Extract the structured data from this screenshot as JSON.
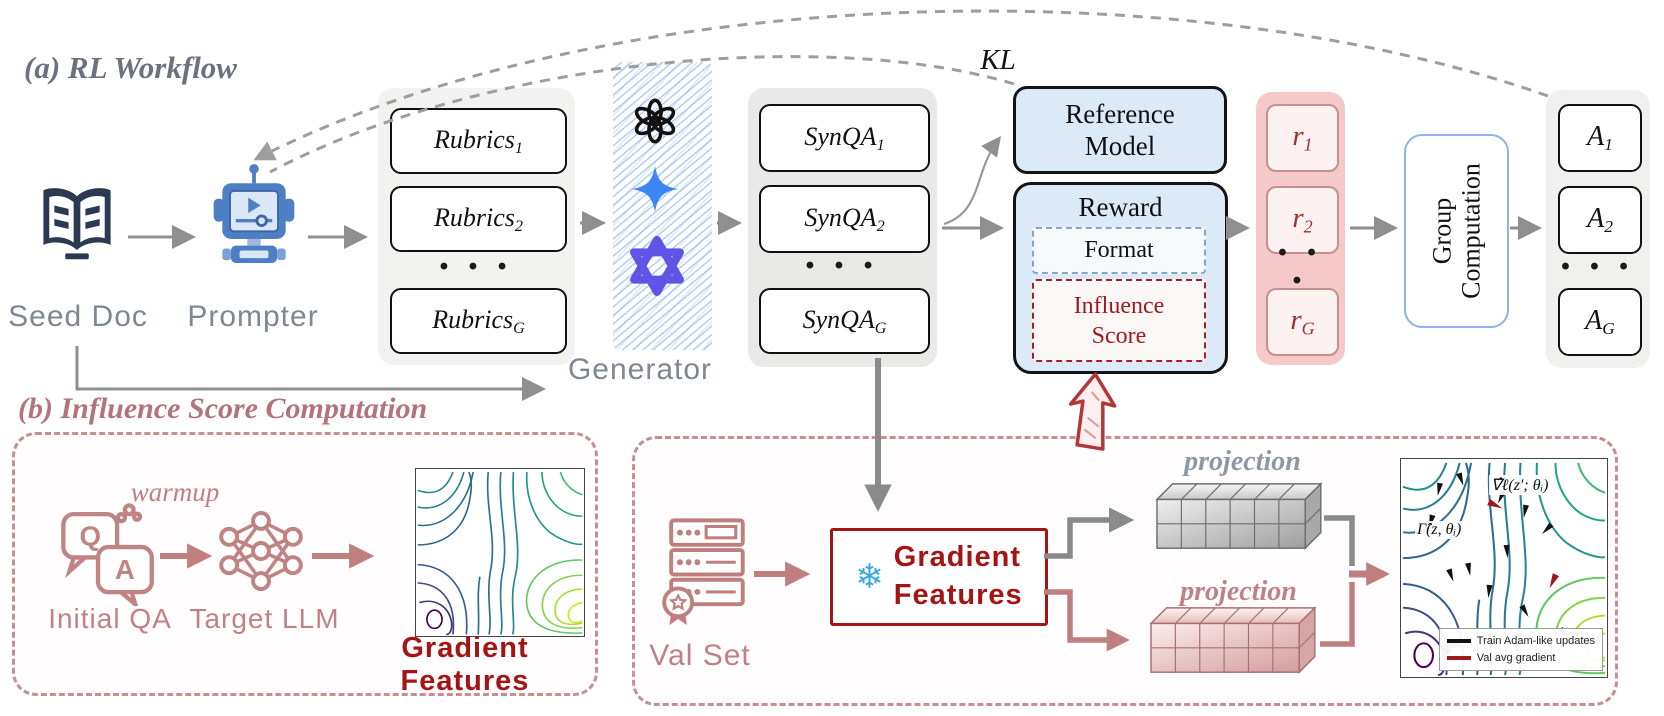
{
  "panel_a": {
    "title": "(a) RL Workflow",
    "kl_label": "KL",
    "seed_doc_label": "Seed Doc",
    "prompter_label": "Prompter",
    "generator_label": "Generator",
    "rubrics": {
      "items": [
        {
          "base": "Rubrics",
          "sub": "1"
        },
        {
          "base": "Rubrics",
          "sub": "2"
        },
        {
          "base": "Rubrics",
          "sub": "G"
        }
      ]
    },
    "synqa": {
      "items": [
        {
          "base": "SynQA",
          "sub": "1"
        },
        {
          "base": "SynQA",
          "sub": "2"
        },
        {
          "base": "SynQA",
          "sub": "G"
        }
      ]
    },
    "reference_model": {
      "line1": "Reference",
      "line2": "Model"
    },
    "reward": {
      "title": "Reward",
      "format_label": "Format",
      "influence_line1": "Influence",
      "influence_line2": "Score"
    },
    "rewards": {
      "items": [
        {
          "base": "r",
          "sub": "1"
        },
        {
          "base": "r",
          "sub": "2"
        },
        {
          "base": "r",
          "sub": "G"
        }
      ]
    },
    "group_computation": {
      "line1": "Group",
      "line2": "Computation"
    },
    "advantages": {
      "items": [
        {
          "base": "A",
          "sub": "1"
        },
        {
          "base": "A",
          "sub": "2"
        },
        {
          "base": "A",
          "sub": "G"
        }
      ]
    }
  },
  "panel_b": {
    "title": "(b) Influence Score Computation",
    "warmup_label": "warmup",
    "initial_qa_label": "Initial QA",
    "target_llm_label": "Target LLM",
    "gradient_features_caption": "Gradient Features",
    "val_set_label": "Val Set",
    "gradient_features_box": {
      "line1": "Gradient",
      "line2": "Features"
    },
    "projection_top": "projection",
    "projection_bottom": "projection",
    "qa_icon": {
      "q": "Q",
      "a": "A"
    },
    "plot": {
      "annotation_grad": "∇̂ℓ(z′; θᵢ)",
      "annotation_gamma": "Γ̂(z, θᵢ)",
      "legend": [
        {
          "label": "Train Adam-like updates",
          "color": "#111111"
        },
        {
          "label": "Val avg gradient",
          "color": "#9e1a1a"
        }
      ]
    }
  },
  "glyphs": {
    "snowflake": "❄",
    "ellipsis": "• • •"
  },
  "colors": {
    "model_box_fill": "#dce9f6",
    "format_dash_border": "#86a4c8",
    "influence_dash_border": "#a32020",
    "dark_red": "#a31515",
    "reward_pink_container": "#f5c9c9",
    "reward_item_fill": "#fdf1f1",
    "gray_container": "#f2f2f0",
    "group_box_border": "#8fb3e8",
    "rose": "#c08085",
    "gray_label": "#7e8794",
    "arrow_gray": "#8f8f8f",
    "gemini_blue": "#3c86f5",
    "qwen_purple": "#5f54e6",
    "snowflake_blue": "#3da8dc",
    "seed_doc_navy": "#2b3a52",
    "prompter_blue": "#4d7fc4"
  }
}
